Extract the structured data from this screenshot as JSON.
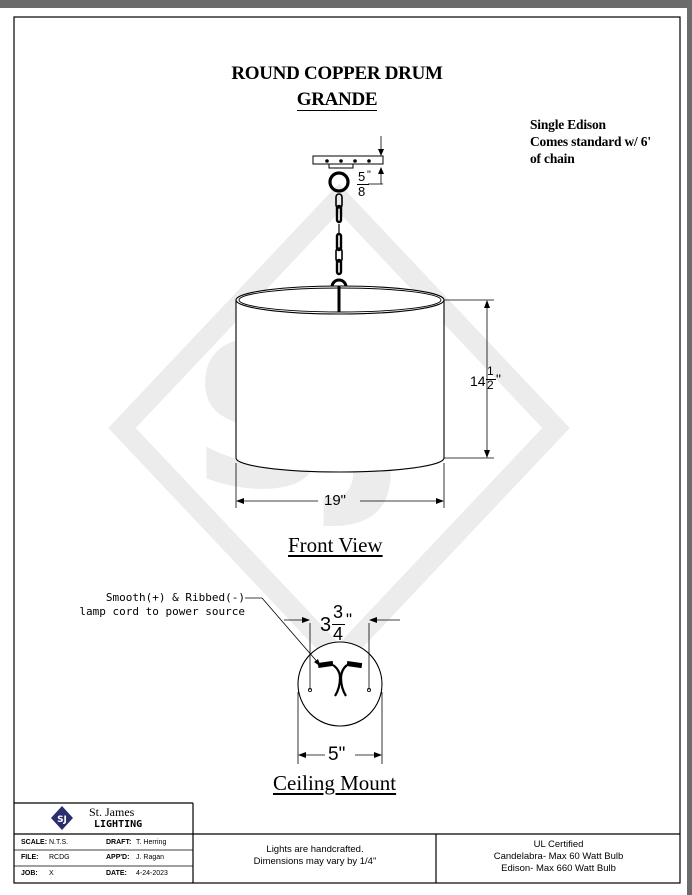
{
  "title": {
    "line1": "ROUND COPPER DRUM",
    "line2": "GRANDE"
  },
  "note": {
    "line1": "Single Edison",
    "line2": "Comes standard w/ 6'",
    "line3": "of chain"
  },
  "watermark": {
    "monogram": "SJ"
  },
  "dimensions": {
    "canopy_height": {
      "whole": "",
      "num": "5",
      "den": "8",
      "unit": "\""
    },
    "shade_height": {
      "whole": "14",
      "num": "1",
      "den": "2",
      "unit": "\""
    },
    "shade_width": {
      "text": "19\""
    },
    "mount_spacing": {
      "whole": "3",
      "num": "3",
      "den": "4",
      "unit": "\""
    },
    "mount_diameter": {
      "text": "5\""
    }
  },
  "views": {
    "front": "Front View",
    "ceiling": "Ceiling Mount"
  },
  "cord_note": {
    "line1": "Smooth(+) & Ribbed(-)",
    "line2": "lamp cord to power source"
  },
  "title_block": {
    "brand_line1": "St. James",
    "brand_line2": "LIGHTING",
    "logo_text": "SJ",
    "fields": {
      "scale_label": "SCALE:",
      "scale_value": "N.T.S.",
      "file_label": "FILE:",
      "file_value": "RCDG",
      "job_label": "JOB:",
      "job_value": "X",
      "draft_label": "DRAFT:",
      "draft_value": "T. Herring",
      "appd_label": "APP'D:",
      "appd_value": "J. Ragan",
      "date_label": "DATE:",
      "date_value": "4-24-2023"
    },
    "center_line1": "Lights are handcrafted.",
    "center_line2": "Dimensions may vary by 1/4\"",
    "right_line1": "UL Certified",
    "right_line2": "Candelabra- Max 60 Watt Bulb",
    "right_line3": "Edison- Max 660 Watt Bulb"
  },
  "colors": {
    "background": "#6b6b6b",
    "sheet": "#ffffff",
    "ink": "#000000",
    "watermark": "#ececec",
    "logo": "#2a2d6e"
  }
}
